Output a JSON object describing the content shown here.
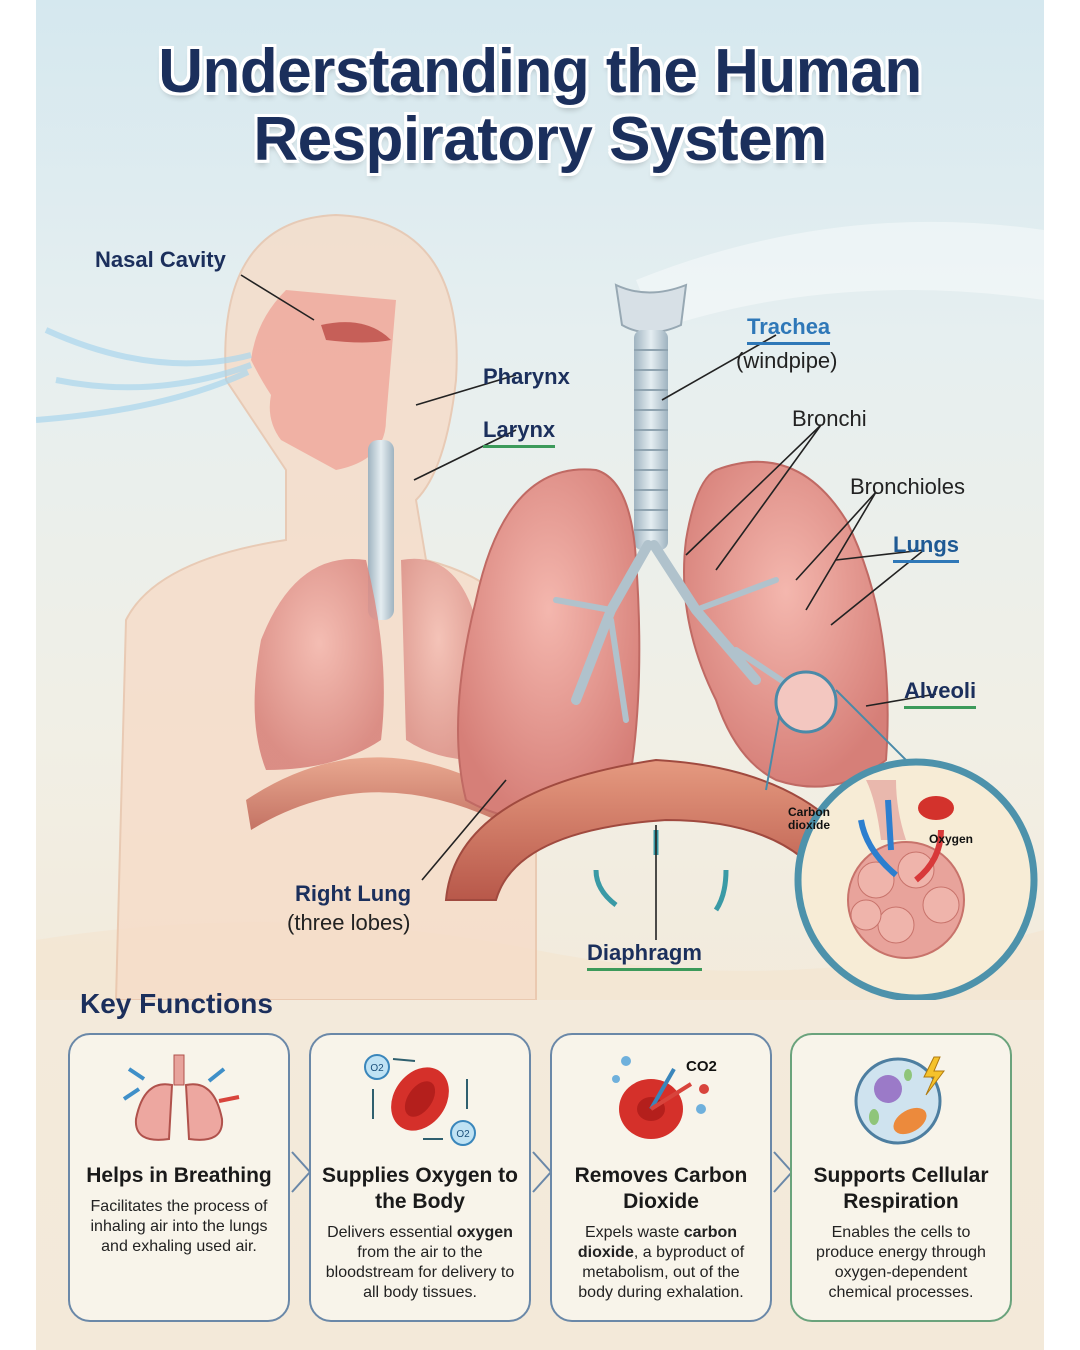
{
  "title": {
    "line1": "Understanding the Human",
    "line2": "Respiratory System"
  },
  "labels": {
    "nasal_cavity": "Nasal Cavity",
    "pharynx": "Pharynx",
    "larynx": "Larynx",
    "trachea": "Trachea",
    "trachea_sub": "(windpipe)",
    "bronchi": "Bronchi",
    "bronchioles": "Bronchioles",
    "lungs": "Lungs",
    "alveoli": "Alveoli",
    "right_lung": "Right Lung",
    "right_lung_sub": "(three lobes)",
    "diaphragm": "Diaphragm",
    "carbon_dioxide": "Carbon dioxide",
    "oxygen": "Oxygen"
  },
  "key_functions": {
    "heading": "Key Functions",
    "cards": [
      {
        "icon": "lungs-icon",
        "title": "Helps in Breathing",
        "desc": [
          "Facilitates the process of inhaling air into the lungs and exhaling used air."
        ]
      },
      {
        "icon": "red-blood-cell-oxygen-icon",
        "title": "Supplies Oxygen to the Body",
        "desc_pre": "Delivers essential ",
        "desc_bold": "oxygen",
        "desc_post": " from the air to the bloodstream for delivery to all body tissues.",
        "icon_text": "O2"
      },
      {
        "icon": "co2-removal-icon",
        "title": "Removes Carbon Dioxide",
        "desc_pre": "Expels waste ",
        "desc_bold": "carbon dioxide",
        "desc_post": ", a byproduct of metabolism, out of the body during exhalation.",
        "icon_text": "CO2"
      },
      {
        "icon": "cell-energy-icon",
        "title": "Supports Cellular Respiration",
        "desc": [
          "Enables the cells to produce energy through oxygen-dependent chemical processes."
        ]
      }
    ]
  },
  "colors": {
    "navy": "#1b2f5c",
    "blue": "#2f78b8",
    "green": "#3c9a5a",
    "lung": "#e69a95"
  }
}
